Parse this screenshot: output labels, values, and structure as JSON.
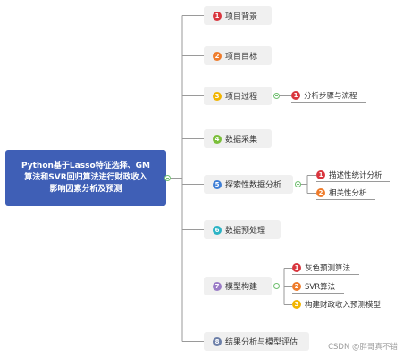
{
  "root": {
    "lines": [
      "Python基于Lasso特征选择、GM",
      "算法和SVR回归算法进行财政收入",
      "影响因素分析及预测"
    ]
  },
  "nodes": [
    {
      "num": "1",
      "label": "项目背景",
      "color": "#d9363e"
    },
    {
      "num": "2",
      "label": "项目目标",
      "color": "#ef7b2a"
    },
    {
      "num": "3",
      "label": "项目过程",
      "color": "#f2b500"
    },
    {
      "num": "4",
      "label": "数据采集",
      "color": "#7bbf3a"
    },
    {
      "num": "5",
      "label": "探索性数据分析",
      "color": "#3f7fd6"
    },
    {
      "num": "6",
      "label": "数据预处理",
      "color": "#2bb3c5"
    },
    {
      "num": "7",
      "label": "模型构建",
      "color": "#9a7bc6"
    },
    {
      "num": "8",
      "label": "结果分析与模型评估",
      "color": "#6c7fa8"
    }
  ],
  "subnodes": {
    "project_process": [
      {
        "num": "1",
        "label": "分析步骤与流程",
        "color": "#d9363e"
      }
    ],
    "eda": [
      {
        "num": "1",
        "label": "描述性统计分析",
        "color": "#d9363e"
      },
      {
        "num": "2",
        "label": "相关性分析",
        "color": "#ef7b2a"
      }
    ],
    "modeling": [
      {
        "num": "1",
        "label": "灰色预测算法",
        "color": "#d9363e"
      },
      {
        "num": "2",
        "label": "SVR算法",
        "color": "#ef7b2a"
      },
      {
        "num": "3",
        "label": "构建财政收入预测模型",
        "color": "#f2b500"
      }
    ]
  },
  "watermark": "CSDN @胖哥真不错",
  "line_color": "#9a9a9a"
}
